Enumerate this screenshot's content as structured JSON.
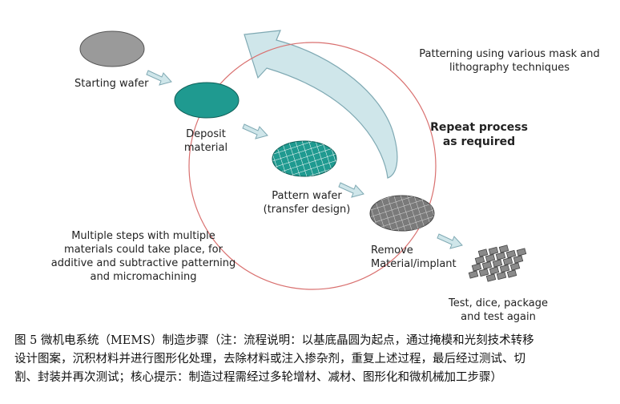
{
  "labels": {
    "starting_wafer": "Starting wafer",
    "deposit_material": [
      "Deposit",
      "material"
    ],
    "pattern_wafer": [
      "Pattern wafer",
      "(transfer design)"
    ],
    "remove_material": [
      "Remove",
      "Material/implant"
    ],
    "test_dice": [
      "Test, dice, package",
      "and test again"
    ],
    "patterning_note": [
      "Patterning using various mask and",
      "lithography techniques"
    ],
    "repeat_process": [
      "Repeat process",
      "as required"
    ],
    "multiple_steps": [
      "Multiple steps with multiple",
      "materials could take place, for",
      "additive and subtractive patterning",
      "and micromachining"
    ]
  },
  "caption": [
    "图 5 微机电系统（MEMS）制造步骤（注：流程说明：以基底晶圆为起点，通过掩模和光刻技术转移",
    "设计图案，沉积材料并进行图形化处理，去除材料或注入掺杂剂，重复上述过程，最后经过测试、切",
    "割、封装并再次测试；核心提示：制造过程需经过多轮增材、减材、图形化和微机械加工步骤）"
  ],
  "colors": {
    "starting_wafer": "#9a9a9a",
    "teal_wafer": "#1f9a90",
    "grey_wafer": "#7a7a7a",
    "arrow_fill": "#cfe6ea",
    "arrow_stroke": "#7fa9b3",
    "circle": "#d9706f"
  }
}
